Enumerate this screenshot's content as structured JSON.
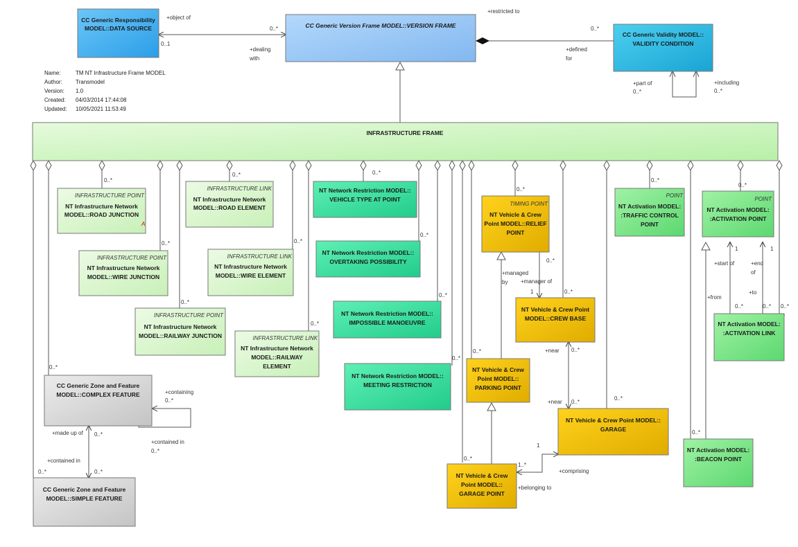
{
  "meta": {
    "name_label": "Name:",
    "name_value": "TM NT Infrastructure Frame MODEL",
    "author_label": "Author:",
    "author_value": "Transmodel",
    "version_label": "Version:",
    "version_value": "1.0",
    "created_label": "Created:",
    "created_value": "04/03/2014 17:44:08",
    "updated_label": "Updated:",
    "updated_value": "10/05/2021 11:53:49"
  },
  "colors": {
    "blue": "#4db4f0",
    "light_blue": "#9cc8f5",
    "cyan": "#2ab8e0",
    "light_green": "#d6f5c8",
    "mid_green": "#b6f0a8",
    "green": "#7ee88a",
    "teal": "#3ee0a0",
    "gold": "#f5c800",
    "gray": "#d8d8d8"
  },
  "classes": {
    "data_source": {
      "lines": [
        "CC Generic Responsibility",
        "MODEL::DATA SOURCE"
      ]
    },
    "version_frame": {
      "lines": [
        "CC Generic Version Frame MODEL::VERSION FRAME"
      ]
    },
    "validity_condition": {
      "lines": [
        "CC Generic Validity MODEL::",
        "VALIDITY CONDITION"
      ]
    },
    "infrastructure_frame": {
      "lines": [
        "INFRASTRUCTURE FRAME"
      ]
    },
    "road_junction": {
      "stereotype": "INFRASTRUCTURE POINT",
      "lines": [
        "NT Infrastructure Network",
        "MODEL::ROAD JUNCTION"
      ],
      "mark": "A"
    },
    "road_element": {
      "stereotype": "INFRASTRUCTURE LINK",
      "lines": [
        "NT Infrastructure Network",
        "MODEL::ROAD ELEMENT"
      ]
    },
    "wire_junction": {
      "stereotype": "INFRASTRUCTURE POINT",
      "lines": [
        "NT Infrastructure Network",
        "MODEL::WIRE JUNCTION"
      ]
    },
    "wire_element": {
      "stereotype": "INFRASTRUCTURE LINK",
      "lines": [
        "NT Infrastructure Network",
        "MODEL::WIRE ELEMENT"
      ]
    },
    "railway_junction": {
      "stereotype": "INFRASTRUCTURE POINT",
      "lines": [
        "NT Infrastructure Network",
        "MODEL::RAILWAY JUNCTION"
      ]
    },
    "railway_element": {
      "stereotype": "INFRASTRUCTURE LINK",
      "lines": [
        "NT Infrastructure Network",
        "MODEL::RAILWAY",
        "ELEMENT"
      ]
    },
    "vehicle_type_at_point": {
      "lines": [
        "NT Network Restriction MODEL::",
        "VEHICLE TYPE AT POINT"
      ]
    },
    "overtaking_possibility": {
      "lines": [
        "NT Network Restriction MODEL::",
        "OVERTAKING POSSIBILITY"
      ]
    },
    "impossible_manoeuvre": {
      "lines": [
        "NT Network Restriction MODEL::",
        "IMPOSSIBLE MANOEUVRE"
      ]
    },
    "meeting_restriction": {
      "lines": [
        "NT Network Restriction MODEL::",
        "MEETING RESTRICTION"
      ]
    },
    "relief_point": {
      "stereotype": "TIMING POINT",
      "lines": [
        "NT Vehicle & Crew",
        "Point MODEL::RELIEF",
        "POINT"
      ]
    },
    "crew_base": {
      "lines": [
        "NT Vehicle & Crew Point",
        "MODEL::CREW BASE"
      ]
    },
    "parking_point": {
      "lines": [
        "NT Vehicle & Crew",
        "Point MODEL::",
        "PARKING POINT"
      ]
    },
    "garage": {
      "lines": [
        "NT Vehicle & Crew Point MODEL::",
        "GARAGE"
      ]
    },
    "garage_point": {
      "lines": [
        "NT Vehicle & Crew",
        "Point MODEL::",
        "GARAGE POINT"
      ]
    },
    "traffic_control_point": {
      "stereotype": "POINT",
      "lines": [
        "NT Activation MODEL:",
        ":TRAFFIC CONTROL",
        "POINT"
      ]
    },
    "activation_point": {
      "stereotype": "POINT",
      "lines": [
        "NT Activation MODEL:",
        ":ACTIVATION POINT"
      ]
    },
    "activation_link": {
      "lines": [
        "NT Activation MODEL:",
        ":ACTIVATION LINK"
      ]
    },
    "beacon_point": {
      "lines": [
        "NT Activation MODEL:",
        ":BEACON POINT"
      ]
    },
    "complex_feature": {
      "lines": [
        "CC Generic Zone and Feature",
        "MODEL::COMPLEX FEATURE"
      ]
    },
    "simple_feature": {
      "lines": [
        "CC Generic Zone and Feature",
        "MODEL::SIMPLE FEATURE"
      ]
    }
  },
  "roles": {
    "ds_object_of": "+object of",
    "ds_mult_1": "0..1",
    "vf_mult_many": "0..*",
    "vf_dealing": "+dealing",
    "vf_with": "with",
    "vc_restricted_to": "+restricted to",
    "vc_mult": "0..*",
    "vc_defined": "+defined",
    "vc_for": "for",
    "vc_part_of": "+part of",
    "vc_part_mult": "0..*",
    "vc_including": "+including",
    "vc_including_mult": "0..*",
    "m_road_junction": "0..*",
    "m_road_element": "0..*",
    "m_wire_junction": "0..*",
    "m_wire_element": "0..*",
    "m_railway_junction": "0..*",
    "m_railway_element": "0..*",
    "m_vehicle_type": "0..*",
    "m_overtaking": "0..*",
    "m_impossible": "0..*",
    "m_meeting": "0..*",
    "m_relief": "0..*",
    "m_traffic": "0..*",
    "m_activation_point": "0..*",
    "m_activation_link_right": "0..*",
    "m_complex": "0..*",
    "m_simple": "0..*",
    "relief_managed": "+managed",
    "relief_by": "by",
    "relief_mult": "0..*",
    "crew_manager_of": "+manager of",
    "crew_mult_1": "1",
    "crew_mult": "0..*",
    "crew_near": "+near",
    "crew_near_mult": "0..*",
    "garage_near": "+near",
    "garage_near_mult": "0..*",
    "garage_frame_mult": "0..*",
    "parking_mult": "0..*",
    "garage_comprising": "+comprising",
    "garage_mult_1": "1",
    "gp_belonging_to": "+belonging to",
    "gp_mult": "1..*",
    "gp_frame_mult": "0..*",
    "ap_start_of": "+start of",
    "ap_start_mult": "1",
    "ap_end": "+end",
    "ap_of": "of",
    "ap_end_mult": "1",
    "al_from": "+from",
    "al_from_mult": "0..*",
    "al_to": "+to",
    "al_to_mult": "0..*",
    "bp_mult": "0..*",
    "cf_containing": "+containing",
    "cf_containing_mult": "0..*",
    "cf_contained_in": "+contained in",
    "cf_contained_mult": "0..*",
    "cf_made_up_of": "+made up of",
    "cf_made_mult": "0..*",
    "sf_contained_in": "+contained in",
    "sf_mult": "0..*"
  }
}
